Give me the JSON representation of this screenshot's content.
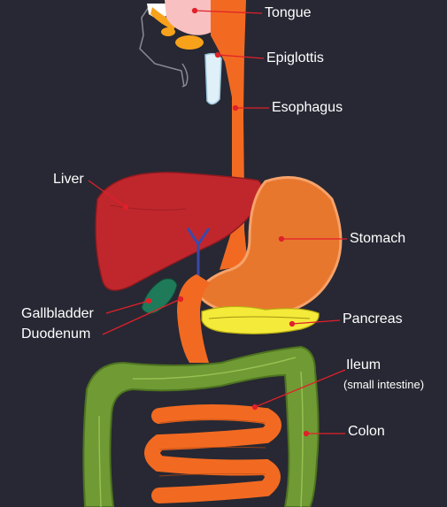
{
  "labels": {
    "tongue": "Tongue",
    "epiglottis": "Epiglottis",
    "esophagus": "Esophagus",
    "liver": "Liver",
    "stomach": "Stomach",
    "gallbladder": "Gallbladder",
    "duodenum": "Duodenum",
    "pancreas": "Pancreas",
    "ileum": "Ileum",
    "ileum_sub": "(small intestine)",
    "colon": "Colon"
  },
  "colors": {
    "background": "#272833",
    "esophagus": "#f26a21",
    "liver": "#c0272d",
    "stomach": "#e8772e",
    "gallbladder": "#1f7a5a",
    "pancreas": "#f4ea3a",
    "colon": "#6f9a34",
    "ileum": "#f26a21",
    "leader_line": "#e0202a",
    "text": "#ffffff"
  }
}
